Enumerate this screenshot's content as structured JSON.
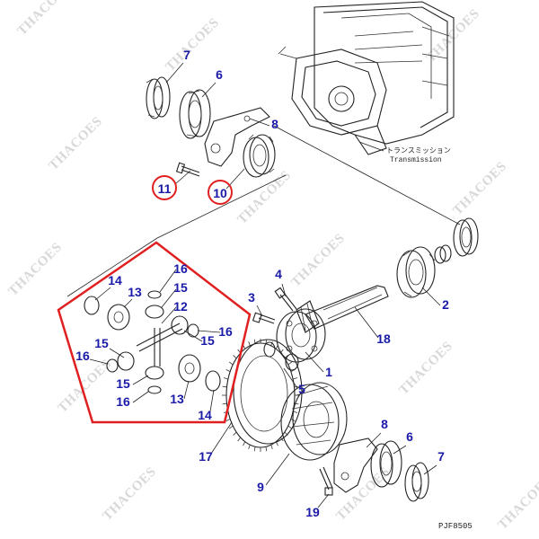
{
  "watermark": "THACOES",
  "drawing_code": "PJF8505",
  "transmission_label_jp": "トランスミッション",
  "transmission_label_en": "Transmission",
  "colors": {
    "callout": "#1a1aa8",
    "highlight": "#e02020",
    "line": "#222222"
  },
  "parts": [
    {
      "number": "7"
    },
    {
      "number": "6"
    },
    {
      "number": "8"
    },
    {
      "number": "11",
      "circled": true
    },
    {
      "number": "10",
      "circled": true
    },
    {
      "number": "4"
    },
    {
      "number": "3"
    },
    {
      "number": "2"
    },
    {
      "number": "18"
    },
    {
      "number": "1"
    },
    {
      "number": "5"
    },
    {
      "number": "17"
    },
    {
      "number": "9"
    },
    {
      "number": "8"
    },
    {
      "number": "6"
    },
    {
      "number": "7"
    },
    {
      "number": "19"
    },
    {
      "number": "16"
    },
    {
      "number": "14"
    },
    {
      "number": "15"
    },
    {
      "number": "13"
    },
    {
      "number": "12"
    },
    {
      "number": "16"
    },
    {
      "number": "15"
    },
    {
      "number": "15"
    },
    {
      "number": "16"
    },
    {
      "number": "15"
    },
    {
      "number": "16"
    },
    {
      "number": "13"
    },
    {
      "number": "14"
    }
  ],
  "highlight_group": "differential-pinion-group"
}
